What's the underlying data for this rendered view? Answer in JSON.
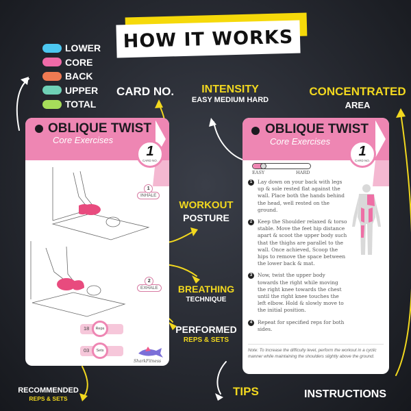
{
  "header": {
    "title": "HOW IT WORKS"
  },
  "legend": [
    {
      "label": "LOWER",
      "color": "#4cc7f0"
    },
    {
      "label": "CORE",
      "color": "#f06aa8"
    },
    {
      "label": "BACK",
      "color": "#f07a52"
    },
    {
      "label": "UPPER",
      "color": "#6fd1b6"
    },
    {
      "label": "TOTAL",
      "color": "#a7dd5a"
    }
  ],
  "callouts": {
    "card_no": "CARD NO.",
    "intensity": {
      "title": "INTENSITY",
      "sub": "EASY MEDIUM HARD"
    },
    "concentrated": {
      "title": "CONCENTRATED",
      "sub": "AREA"
    },
    "workout": {
      "title": "WORKOUT",
      "sub": "POSTURE"
    },
    "breathing": {
      "title": "BREATHING",
      "sub": "TECHNIQUE"
    },
    "performed": {
      "title": "PERFORMED",
      "sub": "REPS & SETS"
    },
    "recommended": {
      "title": "RECOMMENDED",
      "sub": "REPS & SETS"
    },
    "tips": "TIPS",
    "instructions": "INSTRUCTIONS"
  },
  "front_card": {
    "title": "OBLIQUE TWIST",
    "subtitle": "Core Exercises",
    "card_number": "1",
    "card_no_label": "CARD NO.",
    "breathing": [
      {
        "num": "1",
        "word": "INHALE"
      },
      {
        "num": "2",
        "word": "EXHALE"
      }
    ],
    "reps": {
      "value": "18",
      "label": "Reps"
    },
    "sets": {
      "value": "03",
      "label": "Sets"
    },
    "brand": "SharkFitness"
  },
  "back_card": {
    "title": "OBLIQUE TWIST",
    "subtitle": "Core Exercises",
    "card_number": "1",
    "card_no_label": "CARD NO.",
    "intensity": {
      "min_label": "EASY",
      "max_label": "HARD",
      "level_percent": 18
    },
    "steps": [
      {
        "num": "1",
        "text": "Lay down on your back with legs up & sole rested flat against the wall. Place both the hands behind the head, well rested on the ground."
      },
      {
        "num": "2",
        "text": "Keep the Shoulder relaxed & torso stable. Move the feet hip distance apart & scoot the upper body such that the thighs are parallel to the wall. Once achieved, Scoop the hips to remove the space between the lower back & mat."
      },
      {
        "num": "3",
        "text": "Now, twist the upper body towards the right while moving the right knee towards the chest until the right knee touches the left elbow. Hold & slowly move to the initial position."
      },
      {
        "num": "4",
        "text": "Repeat for specified reps for both sides."
      }
    ],
    "note": "Note: To Increase the difficulty level, perform the workout in a cyclic manner while maintaining the shoulders slightly above the ground."
  },
  "colors": {
    "accent_yellow": "#f2d81f",
    "card_pink": "#ee86b3",
    "background": "#2a2d35"
  }
}
